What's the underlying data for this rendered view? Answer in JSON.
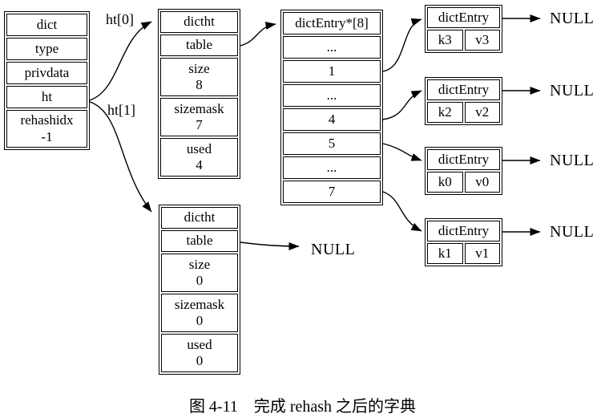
{
  "figure": {
    "caption": "图 4-11　完成 rehash 之后的字典"
  },
  "dict_box": {
    "fields": [
      {
        "label": "dict"
      },
      {
        "label": "type"
      },
      {
        "label": "privdata"
      },
      {
        "label": "ht"
      },
      {
        "label": "rehashidx",
        "value": "-1"
      }
    ]
  },
  "pointer_labels": {
    "ht0": "ht[0]",
    "ht1": "ht[1]"
  },
  "ht0_box": {
    "fields": [
      {
        "label": "dictht"
      },
      {
        "label": "table"
      },
      {
        "label": "size",
        "value": "8"
      },
      {
        "label": "sizemask",
        "value": "7"
      },
      {
        "label": "used",
        "value": "4"
      }
    ]
  },
  "ht1_box": {
    "fields": [
      {
        "label": "dictht"
      },
      {
        "label": "table"
      },
      {
        "label": "size",
        "value": "0"
      },
      {
        "label": "sizemask",
        "value": "0"
      },
      {
        "label": "used",
        "value": "0"
      }
    ],
    "table_target": "NULL"
  },
  "bucket_array": {
    "header": "dictEntry*[8]",
    "cells": [
      "...",
      "1",
      "...",
      "4",
      "5",
      "...",
      "7"
    ]
  },
  "entries": [
    {
      "title": "dictEntry",
      "key": "k3",
      "value": "v3",
      "next": "NULL"
    },
    {
      "title": "dictEntry",
      "key": "k2",
      "value": "v2",
      "next": "NULL"
    },
    {
      "title": "dictEntry",
      "key": "k0",
      "value": "v0",
      "next": "NULL"
    },
    {
      "title": "dictEntry",
      "key": "k1",
      "value": "v1",
      "next": "NULL"
    }
  ],
  "colors": {
    "line": "#000000",
    "background": "#ffffff",
    "text": "#000000"
  }
}
